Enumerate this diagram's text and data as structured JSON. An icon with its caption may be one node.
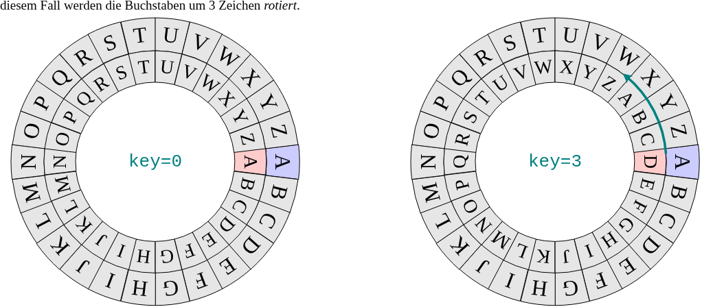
{
  "diagram": {
    "nodes": [
      {
        "text": [
          "A"
        ]
      },
      {
        "text": [
          "B"
        ]
      },
      {
        "text": [
          "C"
        ]
      },
      {
        "text": [
          "D"
        ]
      },
      {
        "text": [
          "E"
        ]
      },
      {
        "text": [
          "F"
        ]
      },
      {
        "text": [
          "G"
        ]
      },
      {
        "text": [
          "H"
        ]
      },
      {
        "text": [
          "I"
        ]
      },
      {
        "text": [
          "J"
        ]
      },
      {
        "text": [
          "K"
        ]
      },
      {
        "text": [
          "L"
        ]
      },
      {
        "text": [
          "M"
        ]
      },
      {
        "text": [
          "N"
        ]
      },
      {
        "text": [
          "O"
        ]
      },
      {
        "text": [
          "P"
        ]
      },
      {
        "text": [
          "Q"
        ]
      },
      {
        "text": [
          "R"
        ]
      },
      {
        "text": [
          "S"
        ]
      },
      {
        "text": [
          "T"
        ]
      },
      {
        "text": [
          "U"
        ]
      },
      {
        "text": [
          "V"
        ]
      },
      {
        "text": [
          "W"
        ]
      },
      {
        "text": [
          "X"
        ]
      },
      {
        "text": [
          "Y"
        ]
      },
      {
        "text": [
          "Z"
        ]
      },
      {
        "text": [
          "A"
        ]
      },
      {
        "text": [
          "B"
        ]
      },
      {
        "text": [
          "C"
        ]
      },
      {
        "text": [
          "D"
        ]
      },
      {
        "text": [
          "E"
        ]
      },
      {
        "text": [
          "F"
        ]
      },
      {
        "text": [
          "G"
        ]
      },
      {
        "text": [
          "H"
        ]
      },
      {
        "text": [
          "I"
        ]
      },
      {
        "text": [
          "J"
        ]
      },
      {
        "text": [
          "K"
        ]
      },
      {
        "text": [
          "L"
        ]
      },
      {
        "text": [
          "M"
        ]
      },
      {
        "text": [
          "N"
        ]
      },
      {
        "text": [
          "O"
        ]
      },
      {
        "text": [
          "P"
        ]
      },
      {
        "text": [
          "Q"
        ]
      },
      {
        "text": [
          "R"
        ]
      },
      {
        "text": [
          "S"
        ]
      },
      {
        "text": [
          "T"
        ]
      },
      {
        "text": [
          "U"
        ]
      },
      {
        "text": [
          "V"
        ]
      },
      {
        "text": [
          "W"
        ]
      },
      {
        "text": [
          "X"
        ]
      },
      {
        "text": [
          "Y"
        ]
      },
      {
        "text": [
          "Z"
        ]
      },
      {
        "text": [
          "A"
        ]
      },
      {
        "text": [
          "B"
        ]
      },
      {
        "text": [
          "C"
        ]
      },
      {
        "text": [
          "D"
        ]
      },
      {
        "text": [
          "E"
        ]
      },
      {
        "text": [
          "F"
        ]
      },
      {
        "text": [
          "G"
        ]
      },
      {
        "text": [
          "H"
        ]
      },
      {
        "text": [
          "I"
        ]
      },
      {
        "text": [
          "J"
        ]
      },
      {
        "text": [
          "K"
        ]
      },
      {
        "text": [
          "L"
        ]
      },
      {
        "text": [
          "M"
        ]
      },
      {
        "text": [
          "N"
        ]
      },
      {
        "text": [
          "O"
        ]
      },
      {
        "text": [
          "P"
        ]
      },
      {
        "text": [
          "Q"
        ]
      },
      {
        "text": [
          "R"
        ]
      },
      {
        "text": [
          "S"
        ]
      },
      {
        "text": [
          "T"
        ]
      },
      {
        "text": [
          "U"
        ]
      },
      {
        "text": [
          "V"
        ]
      },
      {
        "text": [
          "W"
        ]
      },
      {
        "text": [
          "X"
        ]
      },
      {
        "text": [
          "Y"
        ]
      },
      {
        "text": [
          "Z"
        ]
      },
      {
        "text": [
          "D"
        ]
      },
      {
        "text": [
          "E"
        ]
      },
      {
        "text": [
          "F"
        ]
      },
      {
        "text": [
          "G"
        ]
      },
      {
        "text": [
          "H"
        ]
      },
      {
        "text": [
          "I"
        ]
      },
      {
        "text": [
          "J"
        ]
      },
      {
        "text": [
          "K"
        ]
      },
      {
        "text": [
          "L"
        ]
      },
      {
        "text": [
          "M"
        ]
      },
      {
        "text": [
          "N"
        ]
      },
      {
        "text": [
          "O"
        ]
      },
      {
        "text": [
          "P"
        ]
      },
      {
        "text": [
          "Q"
        ]
      },
      {
        "text": [
          "R"
        ]
      },
      {
        "text": [
          "S"
        ]
      },
      {
        "text": [
          "T"
        ]
      },
      {
        "text": [
          "U"
        ]
      },
      {
        "text": [
          "V"
        ]
      },
      {
        "text": [
          "W"
        ]
      },
      {
        "text": [
          "X"
        ]
      },
      {
        "text": [
          "Y"
        ]
      },
      {
        "text": [
          "Z"
        ]
      },
      {
        "text": [
          "A"
        ]
      },
      {
        "text": [
          "B"
        ]
      },
      {
        "text": [
          "C"
        ]
      }
    ],
    "edges": [
      {
        "from": 52,
        "to": 100,
        "arrow": "to",
        "color": "#008080"
      }
    ],
    "labels": [
      "diesem Fall werden die Buchstaben um 3 Zeichen *rotiert*.",
      "key=0",
      "key=3"
    ]
  }
}
